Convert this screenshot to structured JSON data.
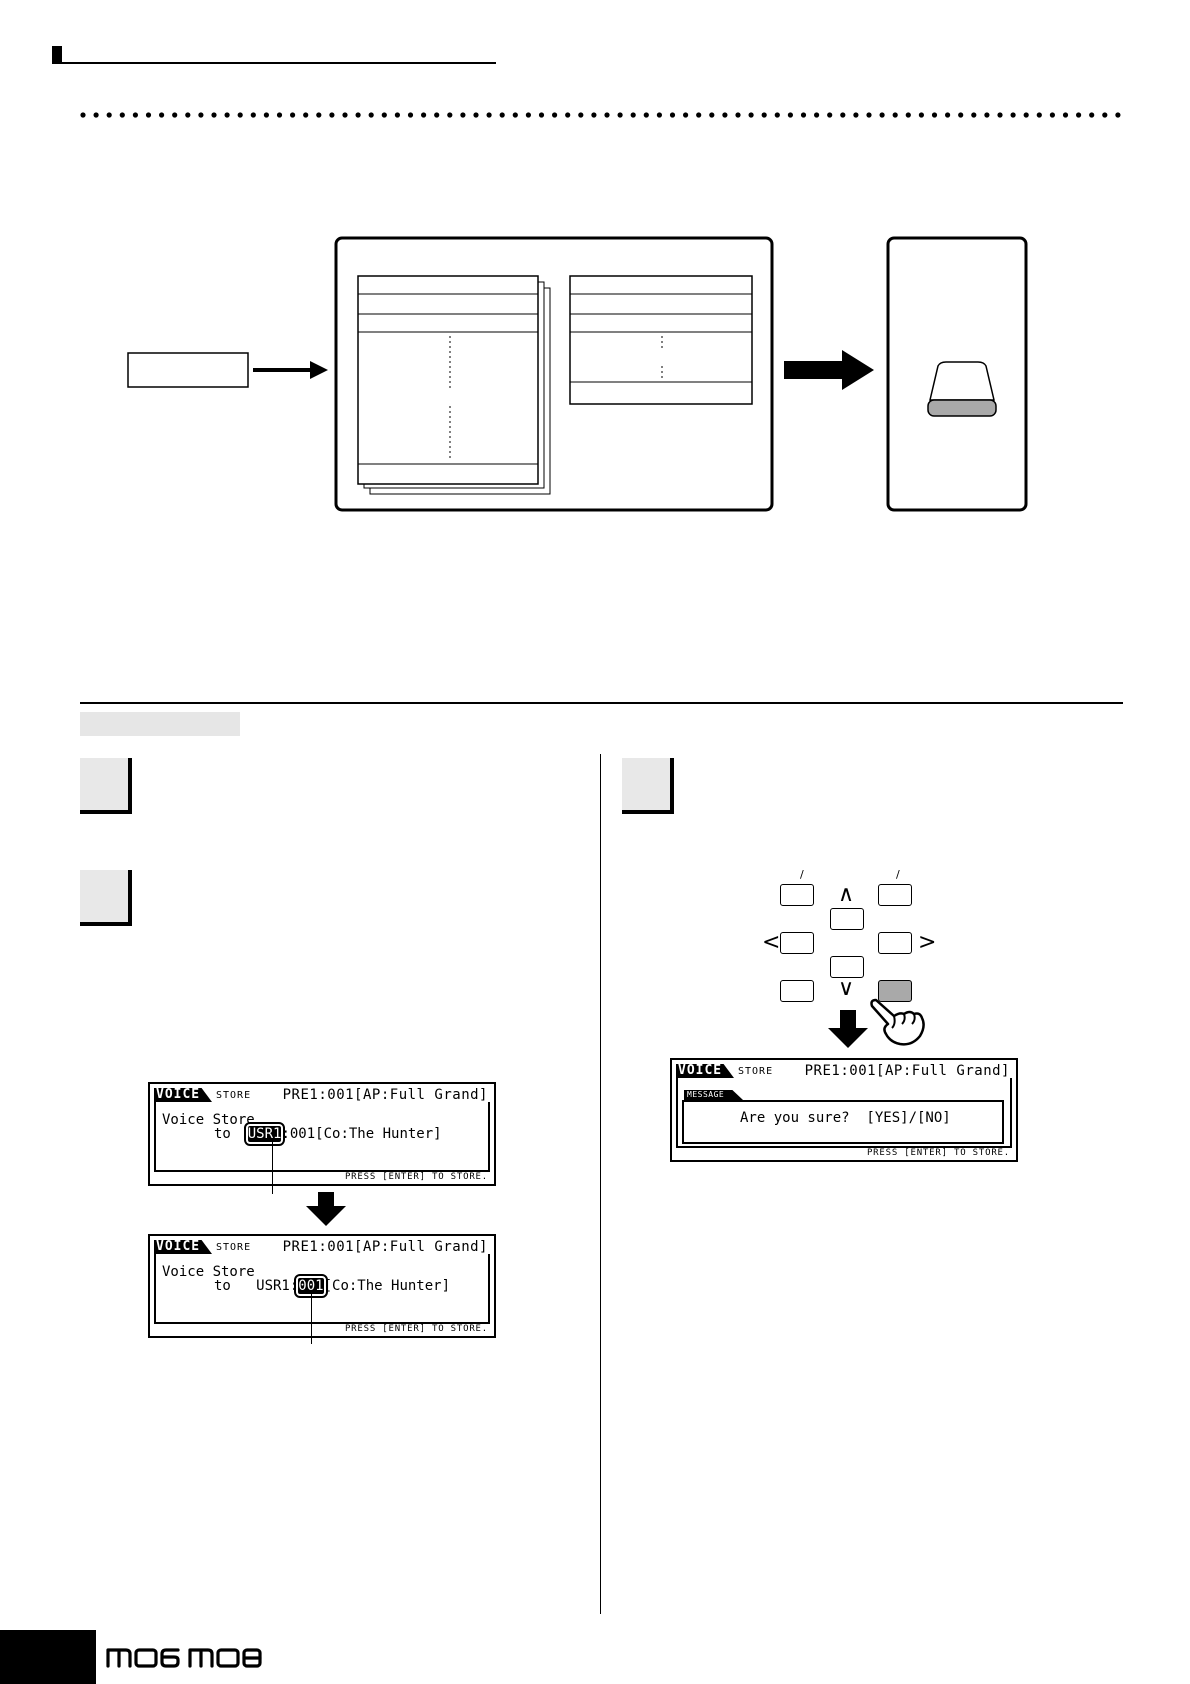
{
  "screens": {
    "store_bank": {
      "mode": "VOICE",
      "function": "STORE",
      "source": "PRE1:001[AP:Full Grand]",
      "line1": "Voice Store",
      "line2_prefix": "to  ",
      "bank": "USR1",
      "line2_suffix": ":001[Co:The Hunter]",
      "hint": "PRESS [ENTER] TO STORE."
    },
    "store_number": {
      "mode": "VOICE",
      "function": "STORE",
      "source": "PRE1:001[AP:Full Grand]",
      "line1": "Voice Store",
      "line2_prefix": "to   USR1:",
      "number": "001",
      "line2_suffix": "[Co:The Hunter]",
      "hint": "PRESS [ENTER] TO STORE."
    },
    "confirm": {
      "mode": "VOICE",
      "function": "STORE",
      "source": "PRE1:001[AP:Full Grand]",
      "message_tab": "MESSAGE",
      "message": "Are you sure?  [YES]/[NO]",
      "hint": "PRESS [ENTER] TO STORE."
    }
  },
  "panel": {
    "up": "∧",
    "down": "∨",
    "left": "<",
    "right": ">",
    "tick": "/"
  },
  "icons": {
    "right-arrow": "right-arrow-icon",
    "down-arrow": "down-arrow-icon",
    "pointing-hand": "pointing-hand-icon",
    "storage-device": "storage-device-icon"
  }
}
